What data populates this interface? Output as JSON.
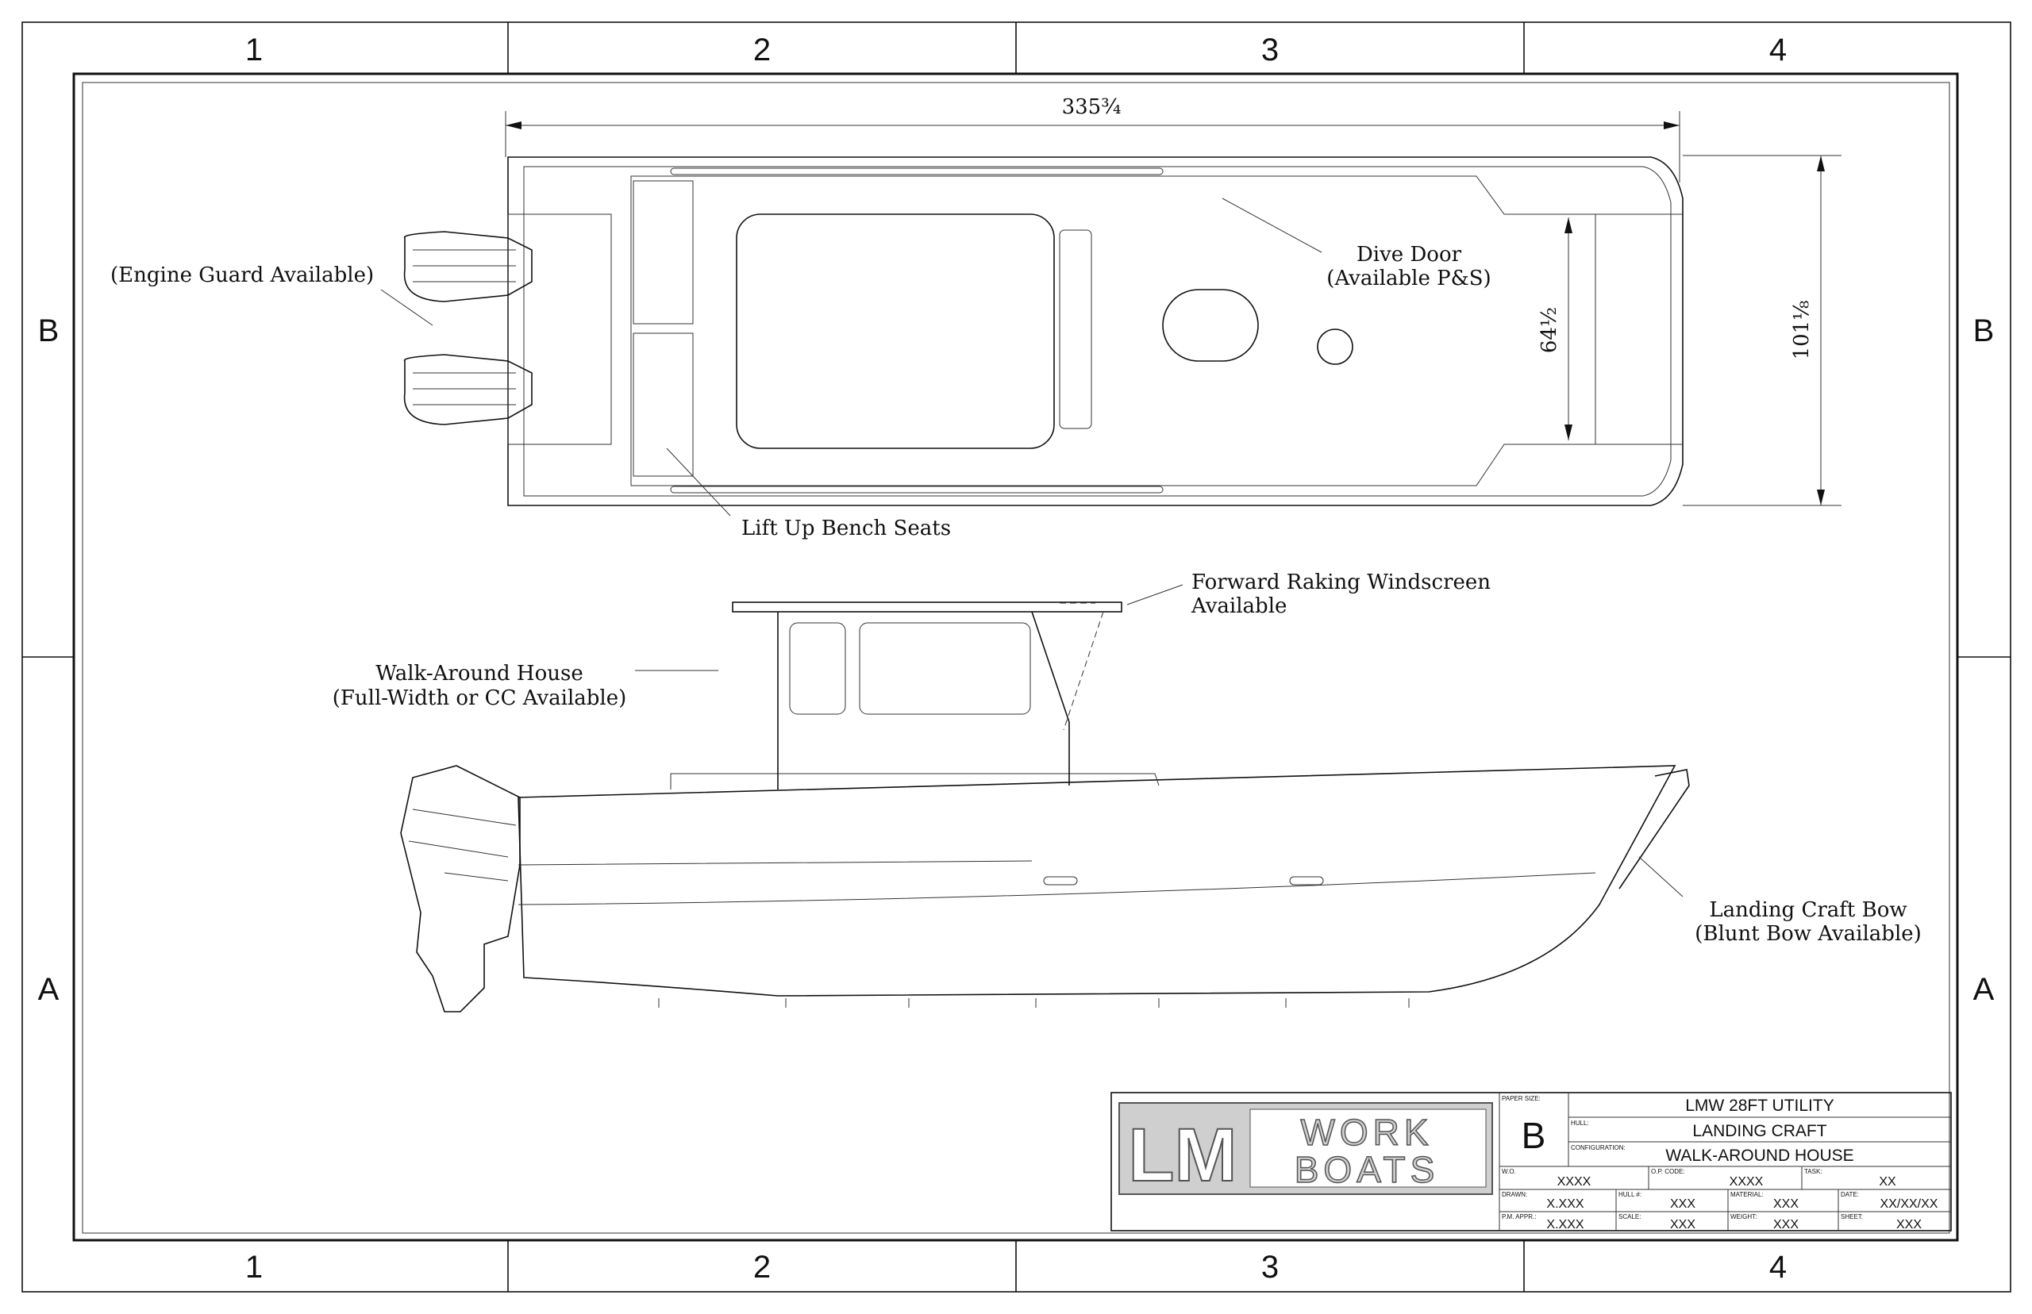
{
  "grid": {
    "columns": [
      "1",
      "2",
      "3",
      "4"
    ],
    "rows": [
      "B",
      "A"
    ]
  },
  "top_view": {
    "overall_length": "335¾",
    "beam": "101⅛",
    "inner_beam": "64½",
    "callouts": {
      "engine_guard": "(Engine Guard Available)",
      "dive_door": "Dive Door",
      "dive_door_note": "(Available P&S)",
      "bench_seats": "Lift Up Bench Seats"
    }
  },
  "side_view": {
    "callouts": {
      "windscreen": "Forward Raking Windscreen",
      "windscreen_note": "Available",
      "house": "Walk-Around House",
      "house_note": "(Full-Width or CC Available)",
      "bow": "Landing Craft Bow",
      "bow_note": "(Blunt Bow Available)"
    }
  },
  "title_block": {
    "logo": "LM WORK BOATS",
    "paper_size_label": "PAPER SIZE:",
    "paper_size": "B",
    "title": "LMW 28FT UTILITY",
    "hull_label": "HULL:",
    "hull": "LANDING CRAFT",
    "configuration_label": "CONFIGURATION:",
    "configuration": "WALK-AROUND HOUSE",
    "wo_label": "W.O.",
    "wo": "XXXX",
    "op_code_label": "O.P. CODE:",
    "op_code": "XXXX",
    "task_label": "TASK:",
    "task": "XX",
    "drawn_label": "DRAWN:",
    "drawn": "X.XXX",
    "hull_no_label": "HULL #:",
    "hull_no": "XXX",
    "material_label": "MATERIAL:",
    "material": "XXX",
    "date_label": "DATE:",
    "date": "XX/XX/XX",
    "pm_appr_label": "P.M. APPR.:",
    "pm_appr": "X.XXX",
    "scale_label": "SCALE:",
    "scale": "XXX",
    "weight_label": "WEIGHT:",
    "weight": "XXX",
    "sheet_label": "SHEET:",
    "sheet": "XXX"
  }
}
